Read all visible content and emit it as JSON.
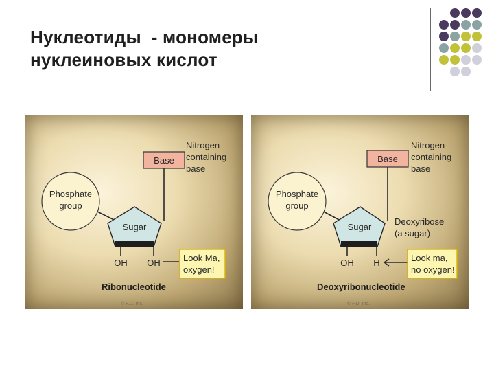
{
  "slide": {
    "title_line1": "Нуклеотиды  - мономеры",
    "title_line2": "нуклеиновых кислот"
  },
  "decor": {
    "line_color": "#6a6a6a",
    "dot_colors": {
      "purple": "#4a3a5e",
      "teal": "#8aa3a3",
      "yellow": "#c2c23a",
      "grey": "#cfd0da"
    }
  },
  "diagrams": {
    "left": {
      "base_label": "Base",
      "nitrogen_lines": [
        "Nitrogen",
        "containing",
        "base"
      ],
      "phosphate_lines": [
        "Phosphate",
        "group"
      ],
      "sugar_label": "Sugar",
      "oh_left": "OH",
      "oh_right": "OH",
      "callout_lines": [
        "Look Ma,",
        "oxygen!"
      ],
      "caption": "Ribonucleotide",
      "footer": "© F.D. Inc."
    },
    "right": {
      "base_label": "Base",
      "nitrogen_lines": [
        "Nitrogen-",
        "containing",
        "base"
      ],
      "phosphate_lines": [
        "Phosphate",
        "group"
      ],
      "sugar_label": "Sugar",
      "sugar_note_lines": [
        "Deoxyribose",
        "(a sugar)"
      ],
      "oh_left": "OH",
      "h_right": "H",
      "callout_lines": [
        "Look ma,",
        "no oxygen!"
      ],
      "caption": "Deoxyribonucleotide",
      "footer": "© F.D. Inc."
    }
  },
  "colors": {
    "base_box": "#f2b39f",
    "phosphate_circle": "#fbf3cf",
    "sugar_fill": "#cfe6e4",
    "callout_fill": "#fdf6b0",
    "callout_border": "#d8b10a"
  }
}
